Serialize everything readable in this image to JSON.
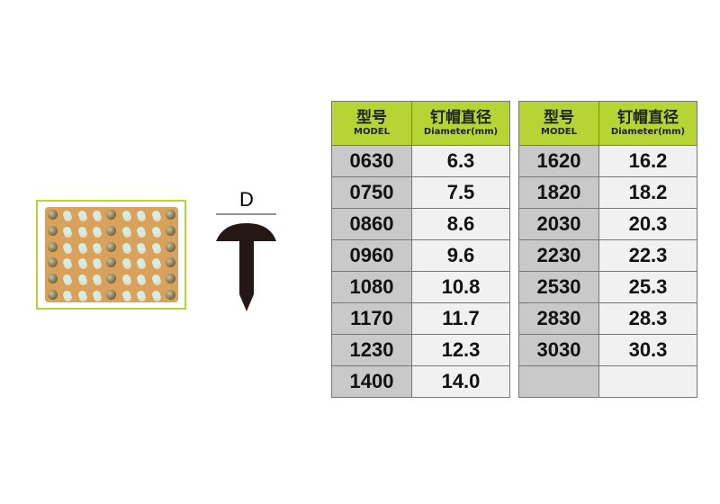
{
  "diagram": {
    "label": "D"
  },
  "tables": [
    {
      "headers": {
        "model_cn": "型号",
        "model_en": "MODEL",
        "diam_cn": "钉帽直径",
        "diam_en": "Diameter(mm)"
      },
      "rows": [
        [
          "0630",
          "6.3"
        ],
        [
          "0750",
          "7.5"
        ],
        [
          "0860",
          "8.6"
        ],
        [
          "0960",
          "9.6"
        ],
        [
          "1080",
          "10.8"
        ],
        [
          "1170",
          "11.7"
        ],
        [
          "1230",
          "12.3"
        ],
        [
          "1400",
          "14.0"
        ]
      ]
    },
    {
      "headers": {
        "model_cn": "型号",
        "model_en": "MODEL",
        "diam_cn": "钉帽直径",
        "diam_en": "Diameter(mm)"
      },
      "rows": [
        [
          "1620",
          "16.2"
        ],
        [
          "1820",
          "18.2"
        ],
        [
          "2030",
          "20.3"
        ],
        [
          "2230",
          "22.3"
        ],
        [
          "2530",
          "25.3"
        ],
        [
          "2830",
          "28.3"
        ],
        [
          "3030",
          "30.3"
        ],
        [
          "",
          ""
        ]
      ]
    }
  ],
  "colors": {
    "header": "#b6d433",
    "model_cell": "#c9c9c9",
    "value_cell": "#f1f1f1"
  }
}
